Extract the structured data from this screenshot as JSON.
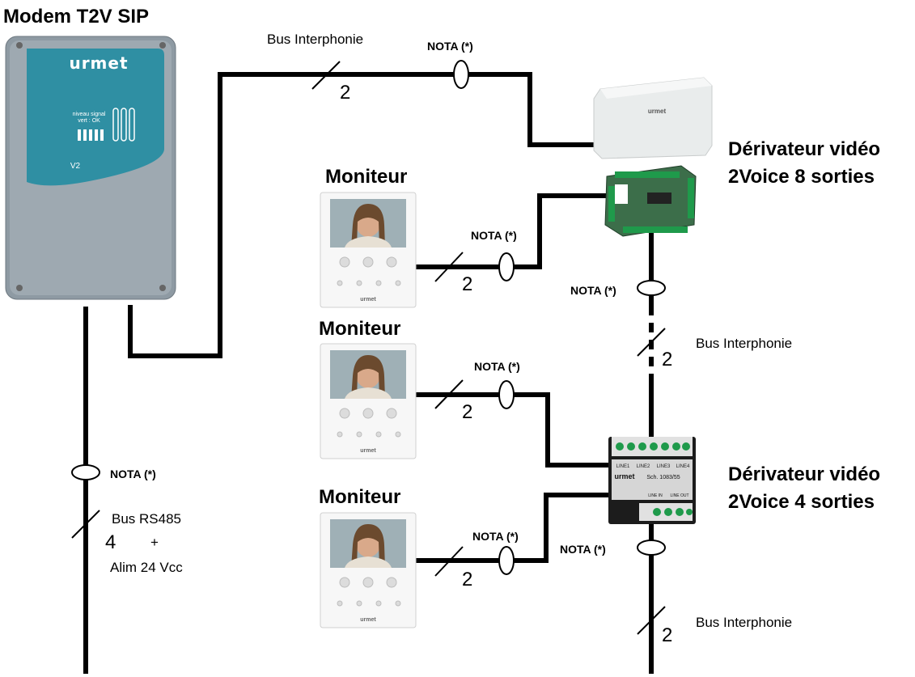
{
  "titles": {
    "modem": "Modem T2V SIP",
    "moniteur": "Moniteur",
    "derivateur8_l1": "Dérivateur vidéo",
    "derivateur8_l2": "2Voice 8 sorties",
    "derivateur4_l1": "Dérivateur vidéo",
    "derivateur4_l2": "2Voice 4 sorties"
  },
  "labels": {
    "bus_interphonie": "Bus Interphonie",
    "nota": "NOTA (*)",
    "bus_rs485": "Bus RS485",
    "plus": "+",
    "alim": "Alim 24 Vcc"
  },
  "conductors": {
    "two": "2",
    "four": "4"
  },
  "device_text": {
    "brand": "urmet",
    "modem_version": "V2",
    "modem_signal": "niveau signal",
    "modem_signal2": "vert : OK",
    "monitor_brand": "urmet",
    "out1": "LINE1",
    "out2": "LINE2",
    "out3": "LINE3",
    "out4": "LINE4",
    "ref": "Sch. 1083/55",
    "line_in": "LINE IN",
    "line_out": "LINE OUT"
  },
  "colors": {
    "modem_body": "#8e9aa3",
    "modem_panel": "#2f8fa3",
    "wire": "#000000",
    "derivateur8_case": "#e9ecec",
    "derivateur8_board": "#3c6e4a",
    "derivateur4_case": "#1c1c1c",
    "terminal_green": "#1f9a4b"
  }
}
